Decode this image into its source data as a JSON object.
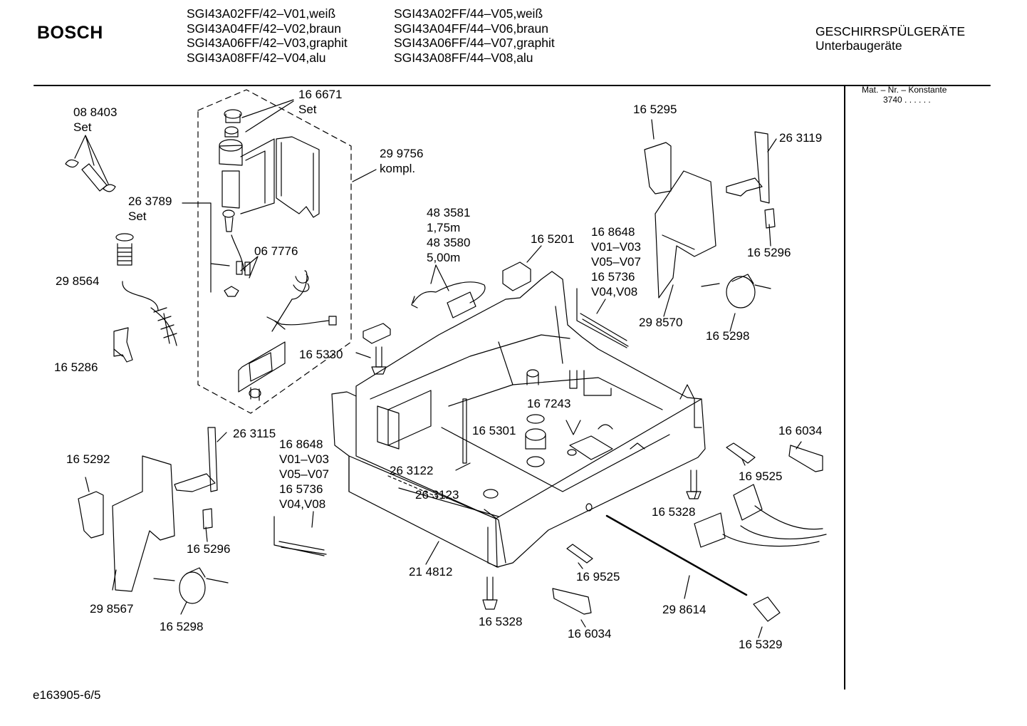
{
  "header": {
    "brand": "BOSCH",
    "models_col1": [
      "SGI43A02FF/42–V01,weiß",
      "SGI43A04FF/42–V02,braun",
      "SGI43A06FF/42–V03,graphit",
      "SGI43A08FF/42–V04,alu"
    ],
    "models_col2": [
      "SGI43A02FF/44–V05,weiß",
      "SGI43A04FF/44–V06,braun",
      "SGI43A06FF/44–V07,graphit",
      "SGI43A08FF/44–V08,alu"
    ],
    "category": "GESCHIRRSPÜLGERÄTE",
    "subcategory": "Unterbaugeräte"
  },
  "sidebar": {
    "konstante_label": "Mat. – Nr. – Konstante",
    "konstante_value": "3740 . . . . . ."
  },
  "parts": {
    "p_088403": "08 8403\nSet",
    "p_166671": "16 6671\nSet",
    "p_299756": "29 9756\nkompl.",
    "p_263789": "26 3789\nSet",
    "p_067776": "06 7776",
    "p_298564": "29 8564",
    "p_165286": "16 5286",
    "p_483581": "48 3581\n1,75m\n48 3580\n5,00m",
    "p_165201": "16 5201",
    "p_168648_top": "16 8648\nV01–V03\nV05–V07\n16 5736\nV04,V08",
    "p_165295": "16 5295",
    "p_263119": "26 3119",
    "p_165296_top": "16 5296",
    "p_298570": "29 8570",
    "p_165298_top": "16 5298",
    "p_165330": "16 5330",
    "p_167243": "16 7243",
    "p_165301": "16 5301",
    "p_263115": "26 3115",
    "p_168648_bot": "16 8648\nV01–V03\nV05–V07\n16 5736\nV04,V08",
    "p_165292": "16 5292",
    "p_263122": "26 3122",
    "p_263123": "26 3123",
    "p_165296_bot": "16 5296",
    "p_298567": "29 8567",
    "p_165298_bot": "16 5298",
    "p_214812": "21 4812",
    "p_165328_mid": "16 5328",
    "p_165328_bot": "16 5328",
    "p_169525_a": "16 9525",
    "p_169525_b": "16 9525",
    "p_166034_a": "16 6034",
    "p_166034_b": "16 6034",
    "p_298614": "29 8614",
    "p_165329": "16 5329"
  },
  "footer": {
    "code": "e163905-6/5"
  }
}
